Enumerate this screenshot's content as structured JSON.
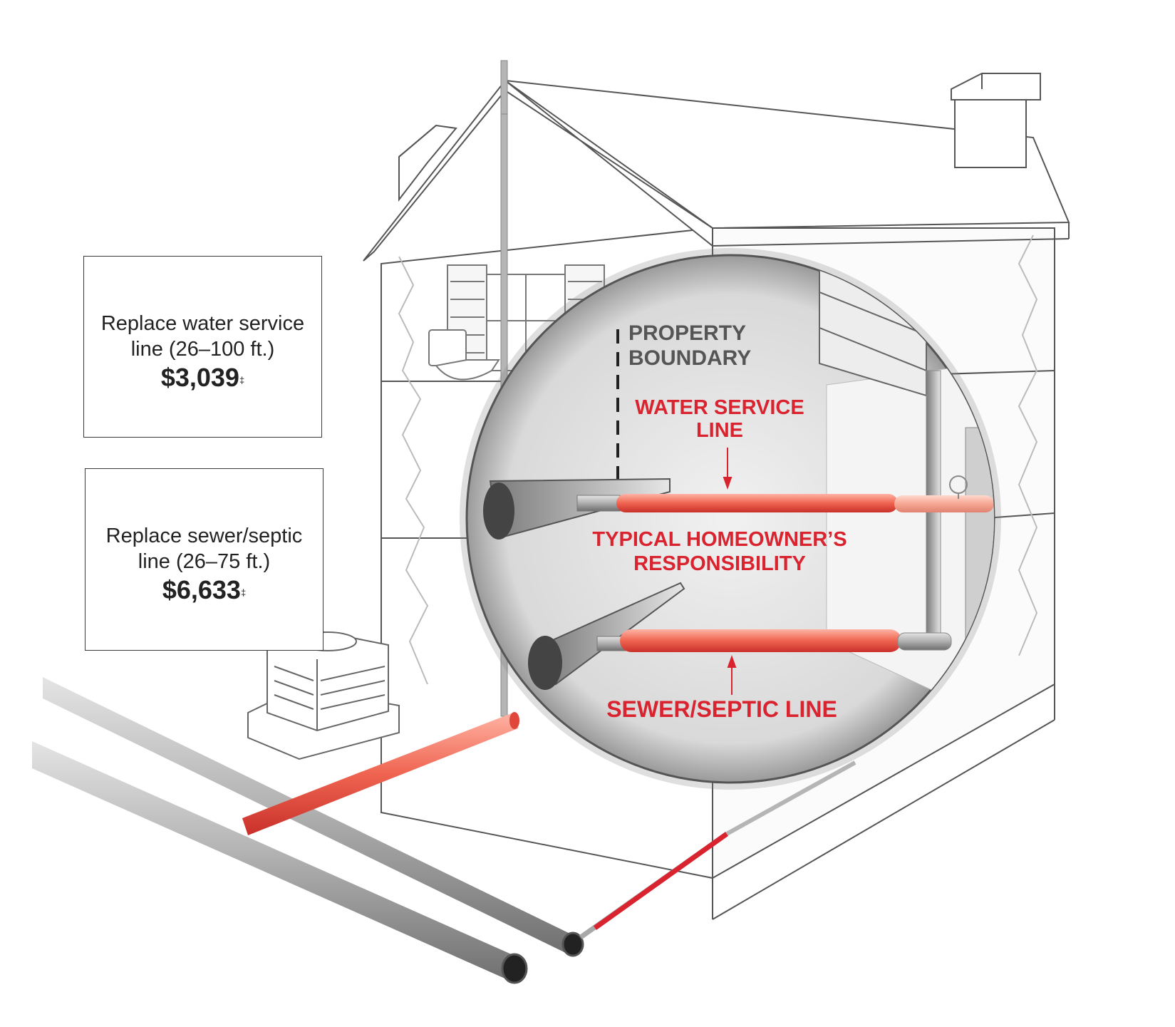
{
  "callouts": {
    "water": {
      "line1": "Replace water service",
      "line2": "line (26–100 ft.)",
      "price": "$3,039",
      "mark": "‡"
    },
    "sewer": {
      "line1": "Replace sewer/septic",
      "line2": "line (26–75 ft.)",
      "price": "$6,633",
      "mark": "‡"
    }
  },
  "labels": {
    "property_line1": "PROPERTY",
    "property_line2": "BOUNDARY",
    "water_line1": "WATER SERVICE",
    "water_line2": "LINE",
    "resp_line1": "TYPICAL HOMEOWNER’S",
    "resp_line2": "RESPONSIBILITY",
    "sewer": "SEWER/SEPTIC LINE"
  },
  "colors": {
    "accent_red": "#d9232e",
    "pipe_red": "#ee5f4f",
    "pipe_gray": "#a9a9a9",
    "outline": "#4a4a4a",
    "label_gray": "#555555"
  }
}
